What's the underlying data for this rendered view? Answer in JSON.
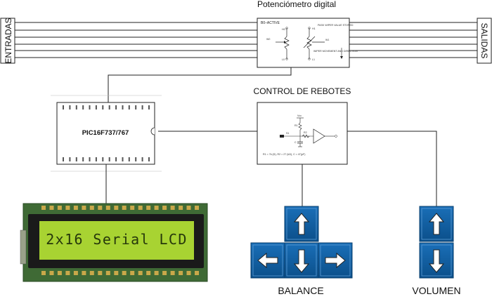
{
  "labels": {
    "digital_pot": "Potenciómetro digital",
    "inputs": "ENTRADAS",
    "outputs": "SALIDAS",
    "debounce": "CONTROL DE REBOTES",
    "balance": "BALANCE",
    "volume": "VOLUMEN"
  },
  "pot_chip": {
    "header": "B0–ACTIVE",
    "left_pin_top": "H0",
    "left_pin_bottom": "L0",
    "left_wiper": "W0",
    "right_pin_top": "H1",
    "right_pin_bottom": "L1",
    "right_wiper": "W1",
    "note_top": "PASK WIPER VALUE STORED",
    "note_bottom": "WIPER MOVEMENT AND DIRECTION"
  },
  "mcu": {
    "name": "PIC16F737/767"
  },
  "debounce_circuit": {
    "vcc": "Vcc",
    "r1": "R1",
    "r2": "R2",
    "c": "C",
    "sw": "S1",
    "formula": "R1 = 7k (Ω), R2 = 27 (kΩ), C = 47(pF)"
  },
  "lcd": {
    "text": "2x16 Serial LCD"
  },
  "colors": {
    "keypad_blue": "#0e5a9c",
    "lcd_green": "#a8d332",
    "pcb_green": "#3f6a35"
  },
  "icons": [
    "arrow-up-icon",
    "arrow-down-icon",
    "arrow-left-icon",
    "arrow-right-icon"
  ]
}
